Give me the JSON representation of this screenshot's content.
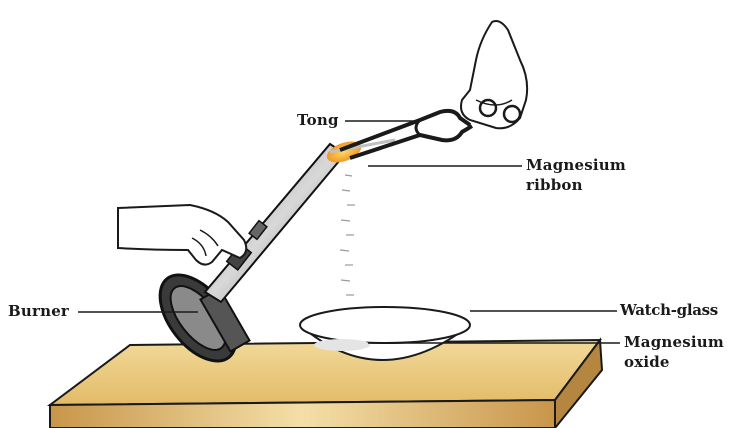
{
  "labels": {
    "tong": "Tong",
    "ribbon_line1": "Magnesium",
    "ribbon_line2": "ribbon",
    "burner": "Burner",
    "watch_glass": "Watch-glass",
    "oxide_line1": "Magnesium",
    "oxide_line2": "oxide"
  },
  "colors": {
    "table_top": "#e9c779",
    "table_front": "#c89c4c",
    "flame": "#f08a1a",
    "ink": "#1a1a1a"
  }
}
